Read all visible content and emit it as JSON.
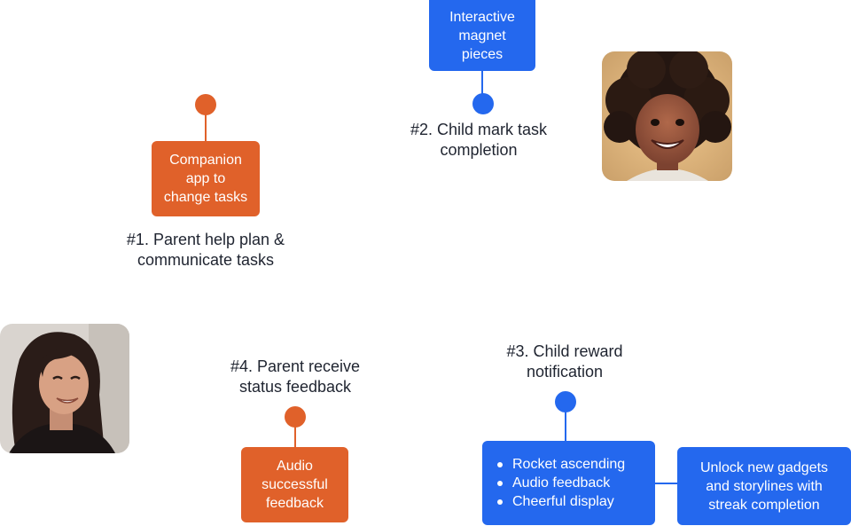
{
  "steps": {
    "s1": {
      "box_text": [
        "Companion",
        "app to",
        "change tasks"
      ],
      "label": [
        "#1. Parent help plan &",
        "communicate tasks"
      ]
    },
    "s2": {
      "box_text": [
        "Interactive",
        "magnet",
        "pieces"
      ],
      "label": [
        "#2. Child mark task",
        "completion"
      ]
    },
    "s3": {
      "label": [
        "#3. Child reward",
        "notification"
      ],
      "bullets": [
        "Rocket ascending",
        "Audio feedback",
        "Cheerful display"
      ],
      "side_box_text": [
        "Unlock new gadgets",
        "and storylines with",
        "streak completion"
      ]
    },
    "s4": {
      "label": [
        "#4. Parent receive",
        "status feedback"
      ],
      "box_text": [
        "Audio",
        "successful",
        "feedback"
      ]
    }
  },
  "colors": {
    "parent": "#e0612a",
    "child": "#2468ee",
    "text": "#1f2430"
  },
  "photos": {
    "child": "child-portrait",
    "parent": "parent-portrait"
  }
}
